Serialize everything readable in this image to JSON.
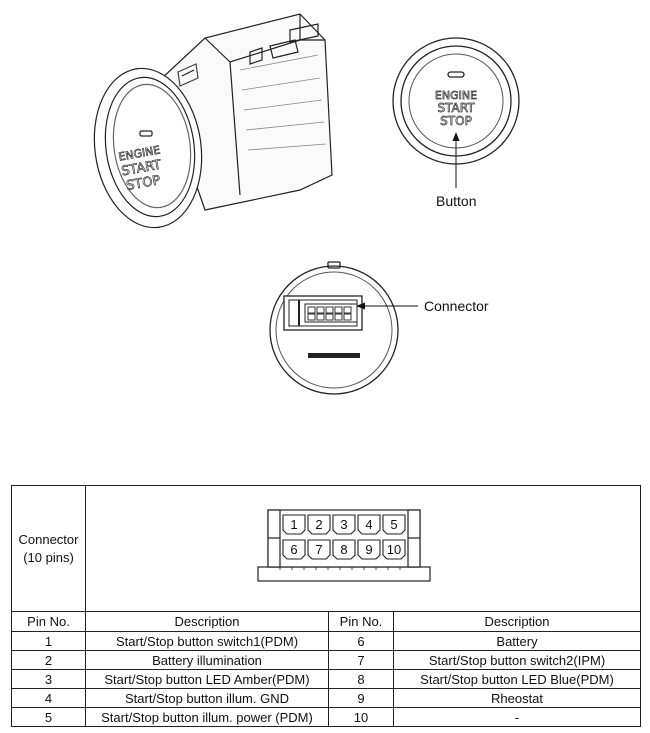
{
  "labels": {
    "button": "Button",
    "connector": "Connector"
  },
  "switch_face": {
    "line1": "ENGINE",
    "line2": "START",
    "line3": "STOP"
  },
  "table": {
    "connector_label": "Connector",
    "connector_pins": "(10 pins)",
    "header": {
      "pin_no_left": "Pin No.",
      "desc_left": "Description",
      "pin_no_right": "Pin No.",
      "desc_right": "Description"
    },
    "pins_top": [
      "1",
      "2",
      "3",
      "4",
      "5"
    ],
    "pins_bottom": [
      "6",
      "7",
      "8",
      "9",
      "10"
    ],
    "rows": [
      {
        "pin_a": "1",
        "desc_a": "Start/Stop button switch1(PDM)",
        "pin_b": "6",
        "desc_b": "Battery"
      },
      {
        "pin_a": "2",
        "desc_a": "Battery illumination",
        "pin_b": "7",
        "desc_b": "Start/Stop button switch2(IPM)"
      },
      {
        "pin_a": "3",
        "desc_a": "Start/Stop button LED Amber(PDM)",
        "pin_b": "8",
        "desc_b": "Start/Stop button LED Blue(PDM)"
      },
      {
        "pin_a": "4",
        "desc_a": "Start/Stop button illum. GND",
        "pin_b": "9",
        "desc_b": "Rheostat"
      },
      {
        "pin_a": "5",
        "desc_a": "Start/Stop button illum. power (PDM)",
        "pin_b": "10",
        "desc_b": "-"
      }
    ]
  }
}
